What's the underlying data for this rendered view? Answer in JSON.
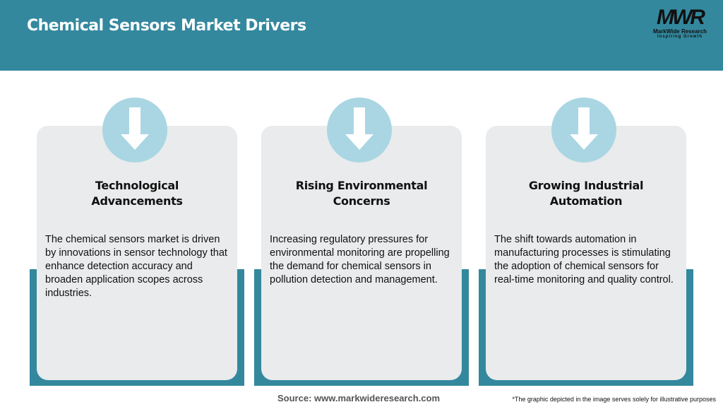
{
  "header": {
    "title": "Chemical Sensors Market Drivers",
    "logo": {
      "mark": "MWR",
      "name": "MarkWide Research",
      "tagline": "Inspiring Growth"
    }
  },
  "colors": {
    "primary": "#33889e",
    "card": "#e9ebec",
    "circle": "#aad6e3"
  },
  "cards": [
    {
      "icon": "arrow-down-icon",
      "title": "Technological Advancements",
      "text": "The chemical sensors market is driven by innovations in sensor technology that enhance detection accuracy and broaden application scopes across industries."
    },
    {
      "icon": "arrow-down-icon",
      "title": "Rising Environmental Concerns",
      "text": "Increasing regulatory pressures for environmental monitoring are propelling the demand for chemical sensors in pollution detection and management."
    },
    {
      "icon": "arrow-down-icon",
      "title": "Growing Industrial Automation",
      "text": "The shift towards automation in manufacturing processes is stimulating the adoption of chemical sensors for real-time monitoring and quality control."
    }
  ],
  "footer": {
    "source": "Source: www.markwideresearch.com",
    "note": "*The graphic depicted in the image serves solely for illustrative purposes"
  }
}
